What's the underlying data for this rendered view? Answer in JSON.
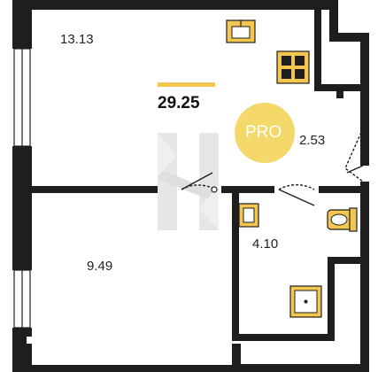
{
  "plan": {
    "total_area": "29.25",
    "badge": "PRO",
    "rooms": [
      {
        "id": "main-room",
        "area": "13.13"
      },
      {
        "id": "bedroom",
        "area": "9.49"
      },
      {
        "id": "bathroom",
        "area": "4.10"
      },
      {
        "id": "hall",
        "area": "2.53"
      }
    ]
  },
  "colors": {
    "wall": "#1e1e1e",
    "fixture": "#f2c64f",
    "accent_bar": "#f2c64f",
    "badge": "#f5d86a",
    "watermark": "#d8d8d8"
  },
  "icons": [
    "sink-icon",
    "stove-icon",
    "toilet-icon",
    "shower-icon",
    "door-icon",
    "window-icon",
    "watermark-logo"
  ]
}
